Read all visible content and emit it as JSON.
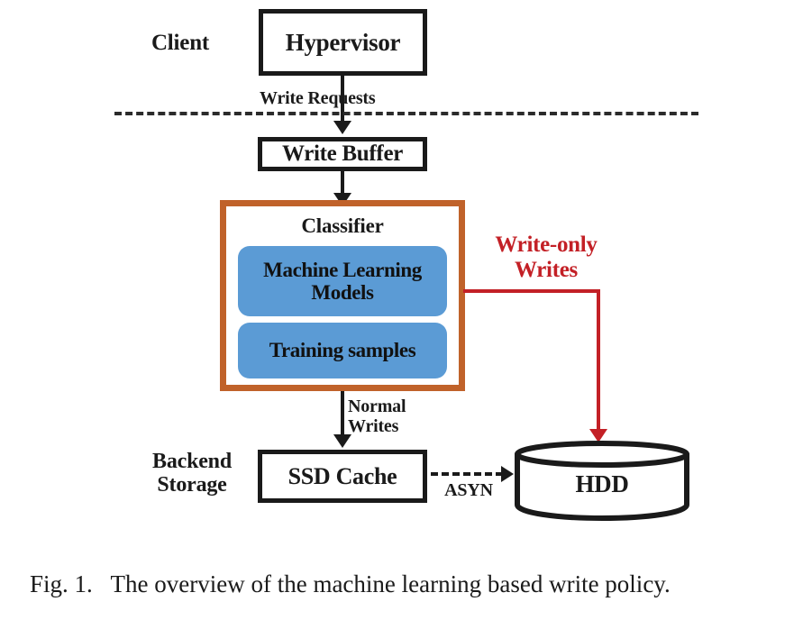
{
  "figure": {
    "caption": "Fig. 1.   The overview of the machine learning based write policy."
  },
  "colors": {
    "classifier_border": "#C0622A",
    "module_fill": "#5B9BD5",
    "write_only_path": "#C32026",
    "outline": "#1a1a1a"
  },
  "zones": {
    "client_label": "Client",
    "backend_label": "Backend\nStorage"
  },
  "nodes": {
    "hypervisor": "Hypervisor",
    "write_buffer": "Write Buffer",
    "classifier_title": "Classifier",
    "ml_models": "Machine Learning\nModels",
    "training_samples": "Training samples",
    "ssd_cache": "SSD Cache",
    "hdd": "HDD"
  },
  "edges": {
    "write_requests": "Write Requests",
    "normal_writes": "Normal\nWrites",
    "write_only_writes": "Write-only\nWrites",
    "asyn": "ASYN"
  }
}
